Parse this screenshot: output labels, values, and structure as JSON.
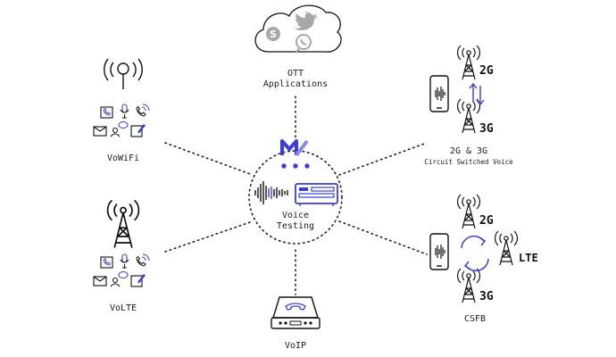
{
  "center": {
    "label_line1": "Voice",
    "label_line2": "Testing"
  },
  "ott": {
    "label_line1": "OTT",
    "label_line2": "Applications"
  },
  "vowifi": {
    "label": "VoWiFi"
  },
  "volte": {
    "label": "VoLTE"
  },
  "voip": {
    "label": "VoIP"
  },
  "circuit": {
    "label_line1": "2G & 3G",
    "label_line2": "Circuit Switched Voice",
    "gen_top": "2G",
    "gen_bottom": "3G"
  },
  "csfb": {
    "label": "CSFB",
    "gen_top": "2G",
    "gen_bottom": "3G",
    "gen_right": "LTE"
  },
  "colors": {
    "accent": "#3b3fd1",
    "line": "#222222",
    "cloud_icons": "#a8a8a8"
  }
}
